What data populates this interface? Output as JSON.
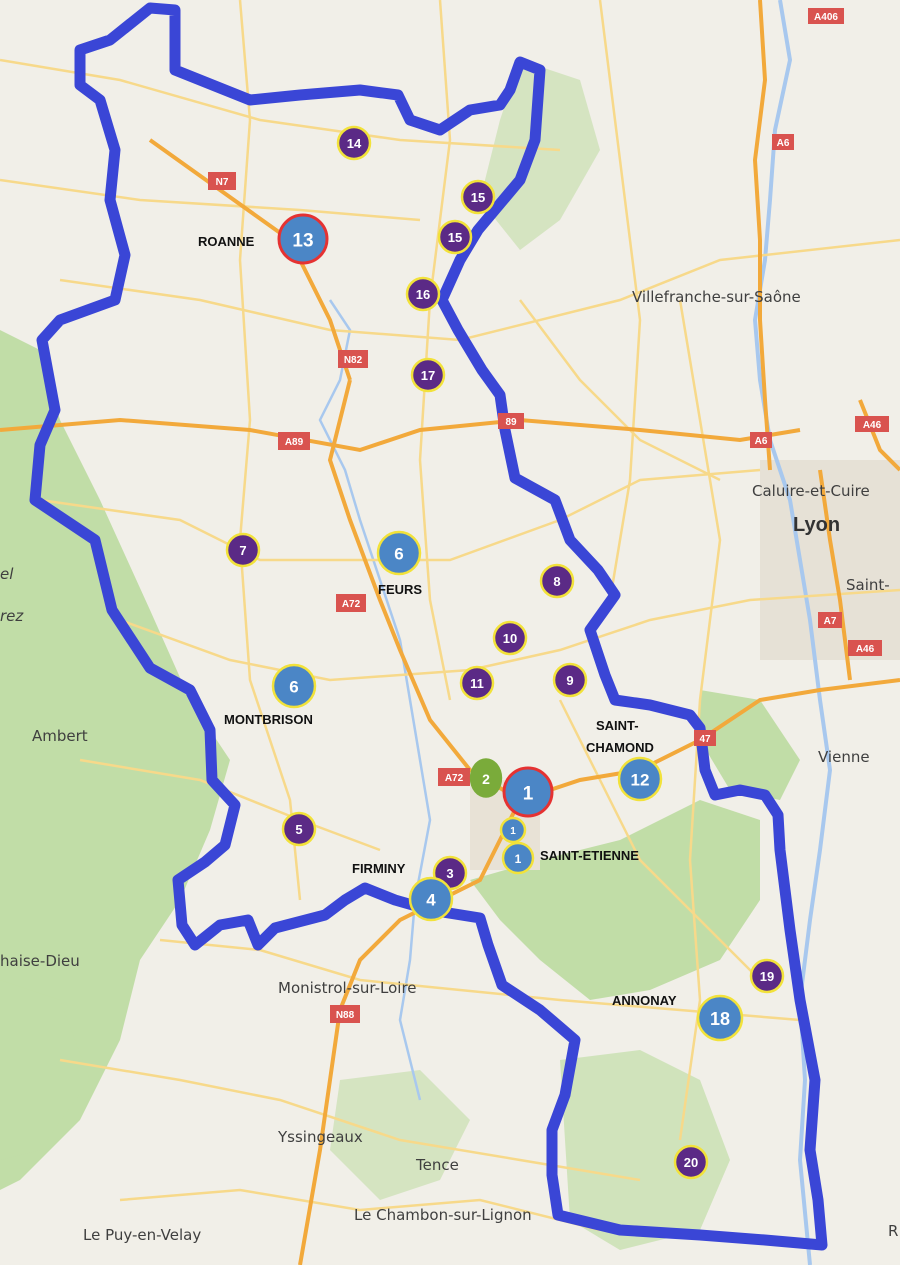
{
  "map": {
    "colors": {
      "land": "#f1efe8",
      "forest": "#bcdba0",
      "road_major": "#f2a93b",
      "road_minor": "#f7d98a",
      "boundary": "#3a46d6",
      "marker_purple": "#5b2a86",
      "marker_blue": "#4b86c6",
      "marker_green": "#7aab3a",
      "ring_yellow": "#f2e23a",
      "ring_red": "#e53232",
      "shield": "#d9534f"
    },
    "towns": [
      {
        "id": "villefranche",
        "name": "Villefranche-sur-Saône"
      },
      {
        "id": "caluire",
        "name": "Caluire-et-Cuire"
      },
      {
        "id": "saint-right",
        "name": "Saint-"
      },
      {
        "id": "vienne",
        "name": "Vienne"
      },
      {
        "id": "ambert",
        "name": "Ambert"
      },
      {
        "id": "rez",
        "name": "rez"
      },
      {
        "id": "el",
        "name": "el"
      },
      {
        "id": "chaise-dieu",
        "name": "haise-Dieu"
      },
      {
        "id": "monistrol",
        "name": "Monistrol-sur-Loire"
      },
      {
        "id": "yssingeaux",
        "name": "Yssingeaux"
      },
      {
        "id": "tence",
        "name": "Tence"
      },
      {
        "id": "chambon",
        "name": "Le Chambon-sur-Lignon"
      },
      {
        "id": "puy",
        "name": "Le Puy-en-Velay"
      },
      {
        "id": "r-edge",
        "name": "R"
      }
    ],
    "lyon_label": "Lyon",
    "cities": [
      {
        "id": "roanne",
        "name": "ROANNE"
      },
      {
        "id": "feurs",
        "name": "FEURS"
      },
      {
        "id": "montbrison",
        "name": "MONTBRISON"
      },
      {
        "id": "saint-chamond-1",
        "name": "SAINT-"
      },
      {
        "id": "saint-chamond-2",
        "name": "CHAMOND"
      },
      {
        "id": "firminy",
        "name": "FIRMINY"
      },
      {
        "id": "saint-etienne",
        "name": "SAINT-ETIENNE"
      },
      {
        "id": "annonay",
        "name": "ANNONAY"
      }
    ],
    "road_shields": [
      {
        "id": "a406",
        "label": "A406"
      },
      {
        "id": "a6-top",
        "label": "A6"
      },
      {
        "id": "n7",
        "label": "N7"
      },
      {
        "id": "n82",
        "label": "N82"
      },
      {
        "id": "a89-east",
        "label": "89"
      },
      {
        "id": "a89",
        "label": "A89"
      },
      {
        "id": "a6-mid",
        "label": "A6"
      },
      {
        "id": "a46-top",
        "label": "A46"
      },
      {
        "id": "a72-north",
        "label": "A72"
      },
      {
        "id": "a7",
        "label": "A7"
      },
      {
        "id": "a46-low",
        "label": "A46"
      },
      {
        "id": "a47",
        "label": "47"
      },
      {
        "id": "a72-south",
        "label": "A72"
      },
      {
        "id": "n88",
        "label": "N88"
      }
    ],
    "markers": [
      {
        "id": "m14",
        "label": "14",
        "type": "purple"
      },
      {
        "id": "m15a",
        "label": "15",
        "type": "purple"
      },
      {
        "id": "m15b",
        "label": "15",
        "type": "purple"
      },
      {
        "id": "m13",
        "label": "13",
        "type": "blue-red"
      },
      {
        "id": "m16",
        "label": "16",
        "type": "purple"
      },
      {
        "id": "m17",
        "label": "17",
        "type": "purple"
      },
      {
        "id": "m7",
        "label": "7",
        "type": "purple"
      },
      {
        "id": "m6-feurs",
        "label": "6",
        "type": "blue"
      },
      {
        "id": "m8",
        "label": "8",
        "type": "purple"
      },
      {
        "id": "m10",
        "label": "10",
        "type": "purple"
      },
      {
        "id": "m6-montbrison",
        "label": "6",
        "type": "blue"
      },
      {
        "id": "m11",
        "label": "11",
        "type": "purple"
      },
      {
        "id": "m9",
        "label": "9",
        "type": "purple"
      },
      {
        "id": "m2",
        "label": "2",
        "type": "green"
      },
      {
        "id": "m1-red",
        "label": "1",
        "type": "blue-red"
      },
      {
        "id": "m12",
        "label": "12",
        "type": "blue"
      },
      {
        "id": "m1-small-a",
        "label": "1",
        "type": "blue"
      },
      {
        "id": "m1-small-b",
        "label": "1",
        "type": "blue"
      },
      {
        "id": "m5",
        "label": "5",
        "type": "purple"
      },
      {
        "id": "m3",
        "label": "3",
        "type": "purple"
      },
      {
        "id": "m4",
        "label": "4",
        "type": "blue"
      },
      {
        "id": "m19",
        "label": "19",
        "type": "purple"
      },
      {
        "id": "m18",
        "label": "18",
        "type": "blue"
      },
      {
        "id": "m20",
        "label": "20",
        "type": "purple"
      }
    ]
  }
}
